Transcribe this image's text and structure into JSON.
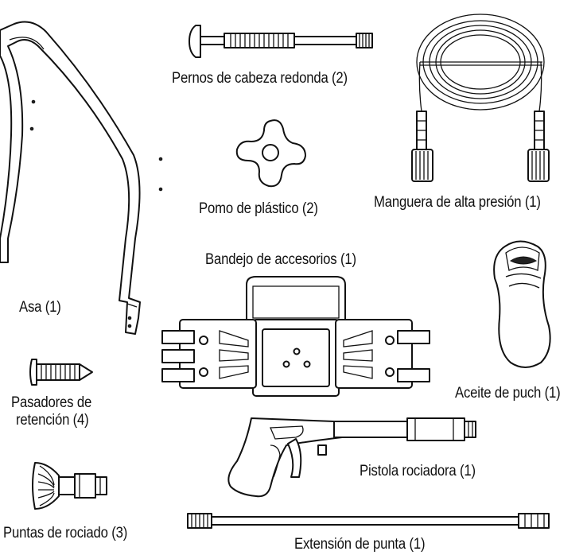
{
  "diagram": {
    "parts": [
      {
        "id": "handle",
        "label": "Asa (1)"
      },
      {
        "id": "bolts",
        "label": "Pernos de cabeza redonda (2)"
      },
      {
        "id": "hose",
        "label": "Manguera de alta presión  (1)"
      },
      {
        "id": "knob",
        "label": "Pomo de plástico (2)"
      },
      {
        "id": "tray",
        "label": "Bandejo de accesorios (1)"
      },
      {
        "id": "oil",
        "label": "Aceite de puch (1)"
      },
      {
        "id": "pins",
        "label_line1": "Pasadores de",
        "label_line2": "retención (4)"
      },
      {
        "id": "gun",
        "label": "Pistola rociadora (1)"
      },
      {
        "id": "tips",
        "label": "Puntas de rociado (3)"
      },
      {
        "id": "extension",
        "label": "Extensión de punta (1)"
      }
    ]
  }
}
